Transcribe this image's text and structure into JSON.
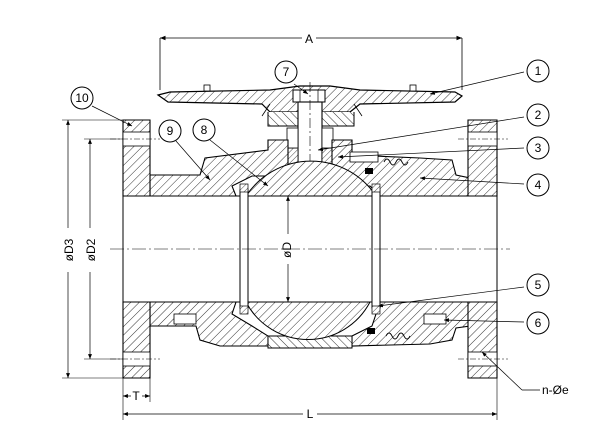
{
  "callouts": [
    {
      "num": "1"
    },
    {
      "num": "2"
    },
    {
      "num": "3"
    },
    {
      "num": "4"
    },
    {
      "num": "5"
    },
    {
      "num": "6"
    },
    {
      "num": "7"
    },
    {
      "num": "8"
    },
    {
      "num": "9"
    },
    {
      "num": "10"
    }
  ],
  "dimensions": {
    "A": "A",
    "D": "øD",
    "D2": "øD2",
    "D3": "øD3",
    "T": "T",
    "L": "L",
    "holes": "n-Øe"
  }
}
